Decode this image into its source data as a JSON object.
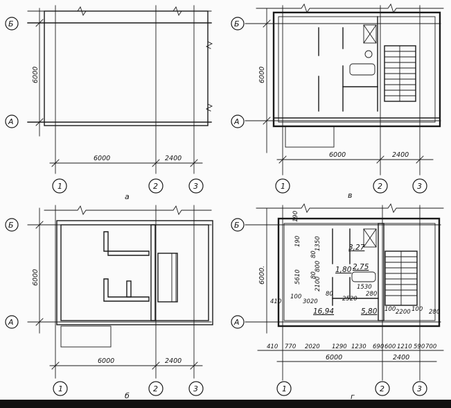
{
  "axes": {
    "rows": [
      "Б",
      "А"
    ],
    "cols": [
      "1",
      "2",
      "3"
    ]
  },
  "panels": {
    "a": {
      "caption": "а",
      "dim_vertical": "6000",
      "dim_left": "6000",
      "dim_right": "2400"
    },
    "b": {
      "caption": "б",
      "dim_vertical": "6000",
      "dim_left": "6000",
      "dim_right": "2400"
    },
    "v": {
      "caption": "в",
      "dim_vertical": "6000",
      "dim_left": "6000",
      "dim_right": "2400"
    },
    "g": {
      "caption": "г",
      "dim_vertical": "6000.",
      "dim_left": "6000",
      "dim_right": "2400",
      "areas": [
        "3,27",
        "1,80",
        "2,75",
        "16,94",
        "5,80"
      ],
      "vertical_dims": [
        "190",
        "1350",
        "5610",
        "800",
        "2100",
        "80",
        "80",
        "190"
      ],
      "horizontal_dims_inner": [
        "410",
        "100",
        "3020",
        "80",
        "2520",
        "280",
        "1530",
        "100",
        "2200",
        "100",
        "280"
      ],
      "horizontal_dims_bottom": [
        "410",
        "770",
        "2020",
        "1290",
        "1230",
        "690",
        "600",
        "1210",
        "590",
        "700"
      ]
    }
  }
}
